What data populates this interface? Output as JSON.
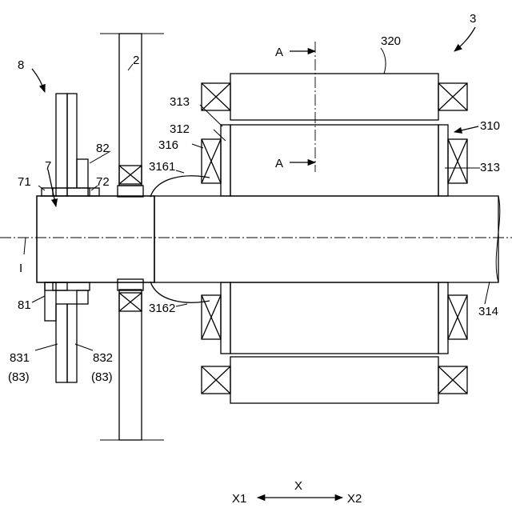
{
  "labels": {
    "fig_number": "3",
    "l8": "8",
    "l2": "2",
    "l320": "320",
    "lA_top": "A",
    "lA_mid": "A",
    "l313_top": "313",
    "l312": "312",
    "l316": "316",
    "l310": "310",
    "l313_right": "313",
    "l82": "82",
    "l7": "7",
    "l71": "71",
    "l72": "72",
    "l3161": "3161",
    "lI": "I",
    "l81": "81",
    "l3162": "3162",
    "l314": "314",
    "l831": "831",
    "l831_sub": "(83)",
    "l832": "832",
    "l832_sub": "(83)",
    "axis_x": "X",
    "axis_x1": "X1",
    "axis_x2": "X2"
  },
  "colors": {
    "line": "#000000",
    "hatch": "#000000",
    "shaft_fill": "#e6e6e6",
    "background": "#ffffff"
  }
}
